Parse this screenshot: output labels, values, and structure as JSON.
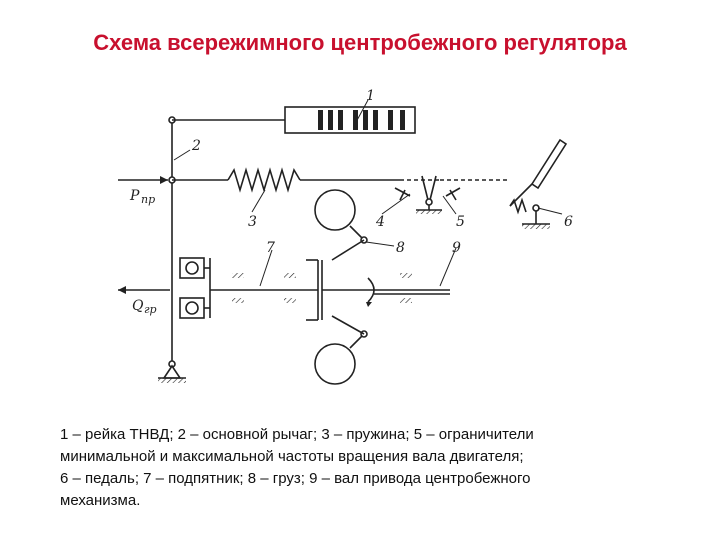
{
  "title": "Схема всережимного центробежного регулятора",
  "figure": {
    "part_numbers": [
      "1",
      "2",
      "3",
      "4",
      "5",
      "6",
      "7",
      "8",
      "9"
    ],
    "p_symbol": "P",
    "p_subscript": "пр",
    "q_symbol": "Q",
    "q_subscript": "гр"
  },
  "caption": {
    "lines": [
      " 1 – рейка ТНВД; 2 – основной рычаг; 3 – пружина; 5 – ограничители",
      "минимальной и максимальной частоты вращения вала двигателя;",
      " 6 – педаль; 7 – подпятник; 8 – груз; 9 – вал привода центробежного",
      "механизма."
    ]
  },
  "colors": {
    "title": "#c8102e",
    "ink": "#222222",
    "background": "#ffffff"
  }
}
